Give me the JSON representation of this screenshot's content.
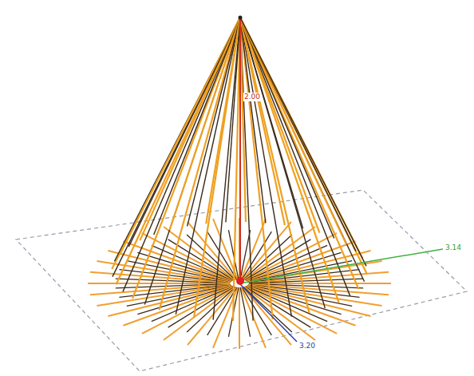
{
  "diagram": {
    "labels": [
      "2.00",
      "3.14",
      "3.20"
    ]
  }
}
